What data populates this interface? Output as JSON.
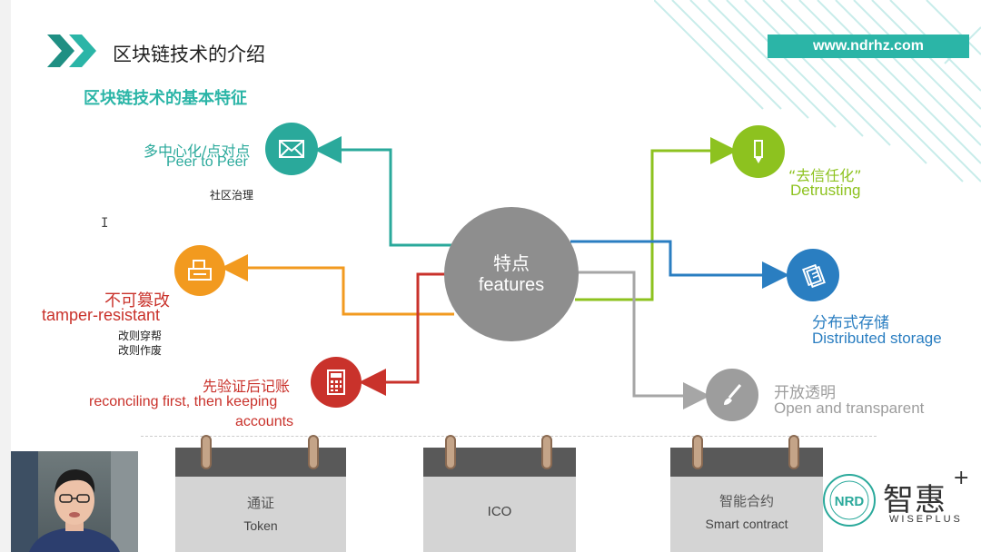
{
  "header": {
    "title": "区块链技术的介绍",
    "subtitle": "区块链技术的基本特征",
    "website": "www.ndrhz.com"
  },
  "center": {
    "zh": "特点",
    "en": "features"
  },
  "features": {
    "p2p": {
      "zh": "多中心化/点对点",
      "en": "Peer to  Peer",
      "note": "社区治理",
      "icon": "envelope-icon",
      "color": "#2aa99b"
    },
    "tamper": {
      "zh": "不可篡改",
      "en": "tamper-resistant",
      "note1": "改则穿帮",
      "note2": "改则作废",
      "icon": "printer-icon",
      "color": "#f29a1f"
    },
    "verify": {
      "zh": "先验证后记账",
      "en1": "reconciling first, then keeping",
      "en2": "accounts",
      "icon": "calculator-icon",
      "color": "#c9322b"
    },
    "trust": {
      "zh": "“去信任化”",
      "en": "Detrusting",
      "icon": "pencil-icon",
      "color": "#8dc21f"
    },
    "storage": {
      "zh": "分布式存储",
      "en": "Distributed storage",
      "icon": "documents-icon",
      "color": "#2a7ec1"
    },
    "open": {
      "zh": "开放透明",
      "en": "Open and transparent",
      "icon": "brush-icon",
      "color": "#9d9d9d"
    }
  },
  "cards": [
    {
      "zh": "通证",
      "en": "Token"
    },
    {
      "zh": "",
      "en": "ICO"
    },
    {
      "zh": "智能合约",
      "en": "Smart contract"
    }
  ],
  "logo": {
    "zh": "智惠",
    "plus": "+",
    "en": "WISEPLUS",
    "seal_text": "NRD"
  },
  "cursor": "I"
}
